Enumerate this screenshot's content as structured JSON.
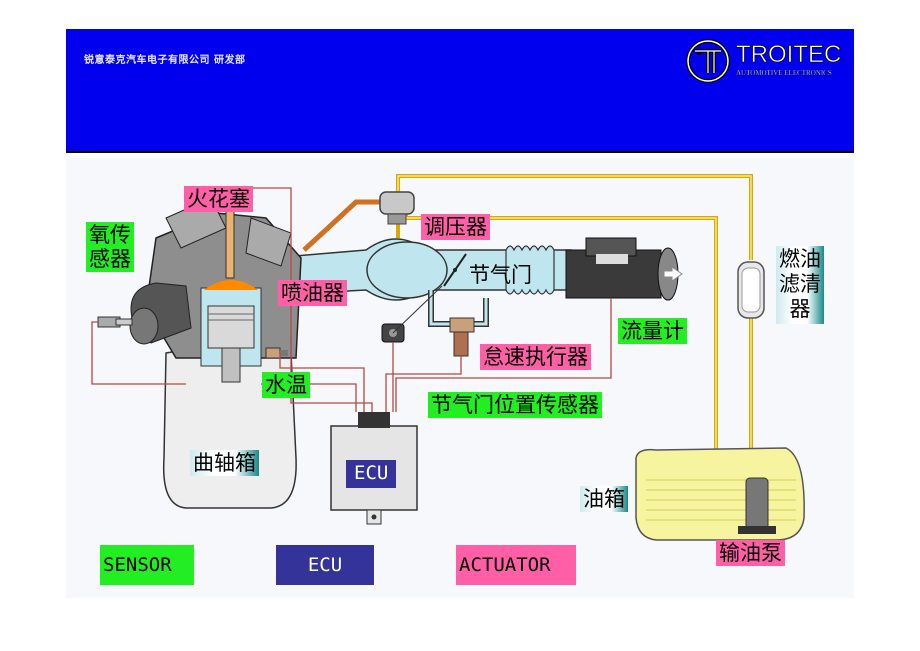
{
  "header": {
    "company": "锐意泰克汽车电子有限公司 研发部",
    "logo_word": "TROITEC",
    "logo_sub": "AUTOMOTIVE ELECTRONICS",
    "bg_color": "#0000ee"
  },
  "labels": {
    "spark_plug": "火花塞",
    "pressure_regulator": "调压器",
    "oxygen_sensor": "氧传\n感器",
    "injector": "喷油器",
    "throttle": "节气门",
    "flow_meter": "流量计",
    "fuel_filter": "燃油\n滤清\n器",
    "idle_actuator": "怠速执行器",
    "water_temp": "水温",
    "throttle_position_sensor": "节气门位置传感器",
    "crankcase": "曲轴箱",
    "ecu": "ECU",
    "fuel_tank": "油箱",
    "fuel_pump": "输油泵"
  },
  "legend": {
    "sensor": "SENSOR",
    "ecu": "ECU",
    "actuator": "ACTUATOR"
  },
  "colors": {
    "sensor": "#22ee22",
    "ecu": "#33339a",
    "actuator": "#ff5fa6",
    "wire": "#b24a40",
    "fuel_line": "#e8b800",
    "air_duct": "#bfe6ee"
  }
}
